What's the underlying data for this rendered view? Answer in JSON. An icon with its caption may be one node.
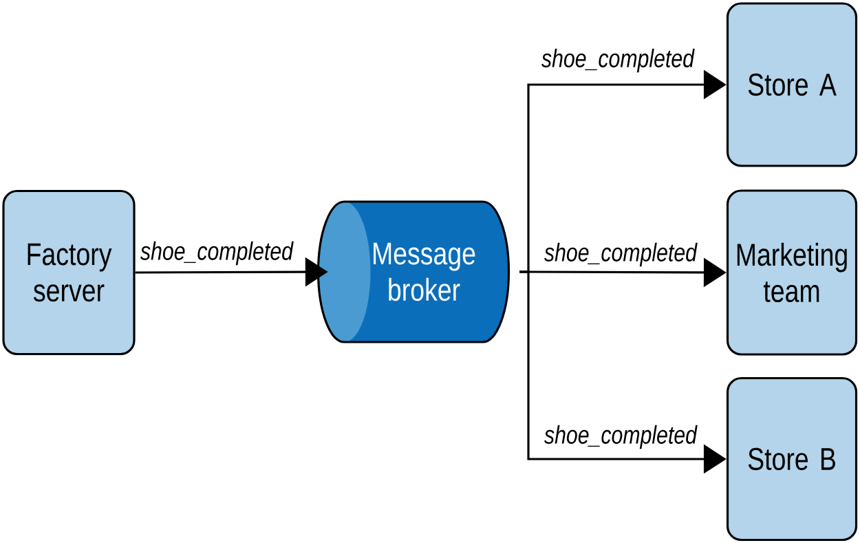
{
  "diagram": {
    "nodes": [
      {
        "text": [
          "Factory server"
        ]
      },
      {
        "text": [
          "Message broker"
        ]
      },
      {
        "text": [
          "Store A"
        ]
      },
      {
        "text": [
          "Marketing team"
        ]
      },
      {
        "text": [
          "Store B"
        ]
      }
    ],
    "edges": [
      {
        "from": 0,
        "to": 1,
        "arrow": "to",
        "label": "shoe_completed"
      },
      {
        "from": 1,
        "to": 2,
        "arrow": "to",
        "label": "shoe_completed"
      },
      {
        "from": 1,
        "to": 3,
        "arrow": "to",
        "label": "shoe_completed"
      },
      {
        "from": 1,
        "to": 4,
        "arrow": "to",
        "label": "shoe_completed"
      }
    ]
  }
}
